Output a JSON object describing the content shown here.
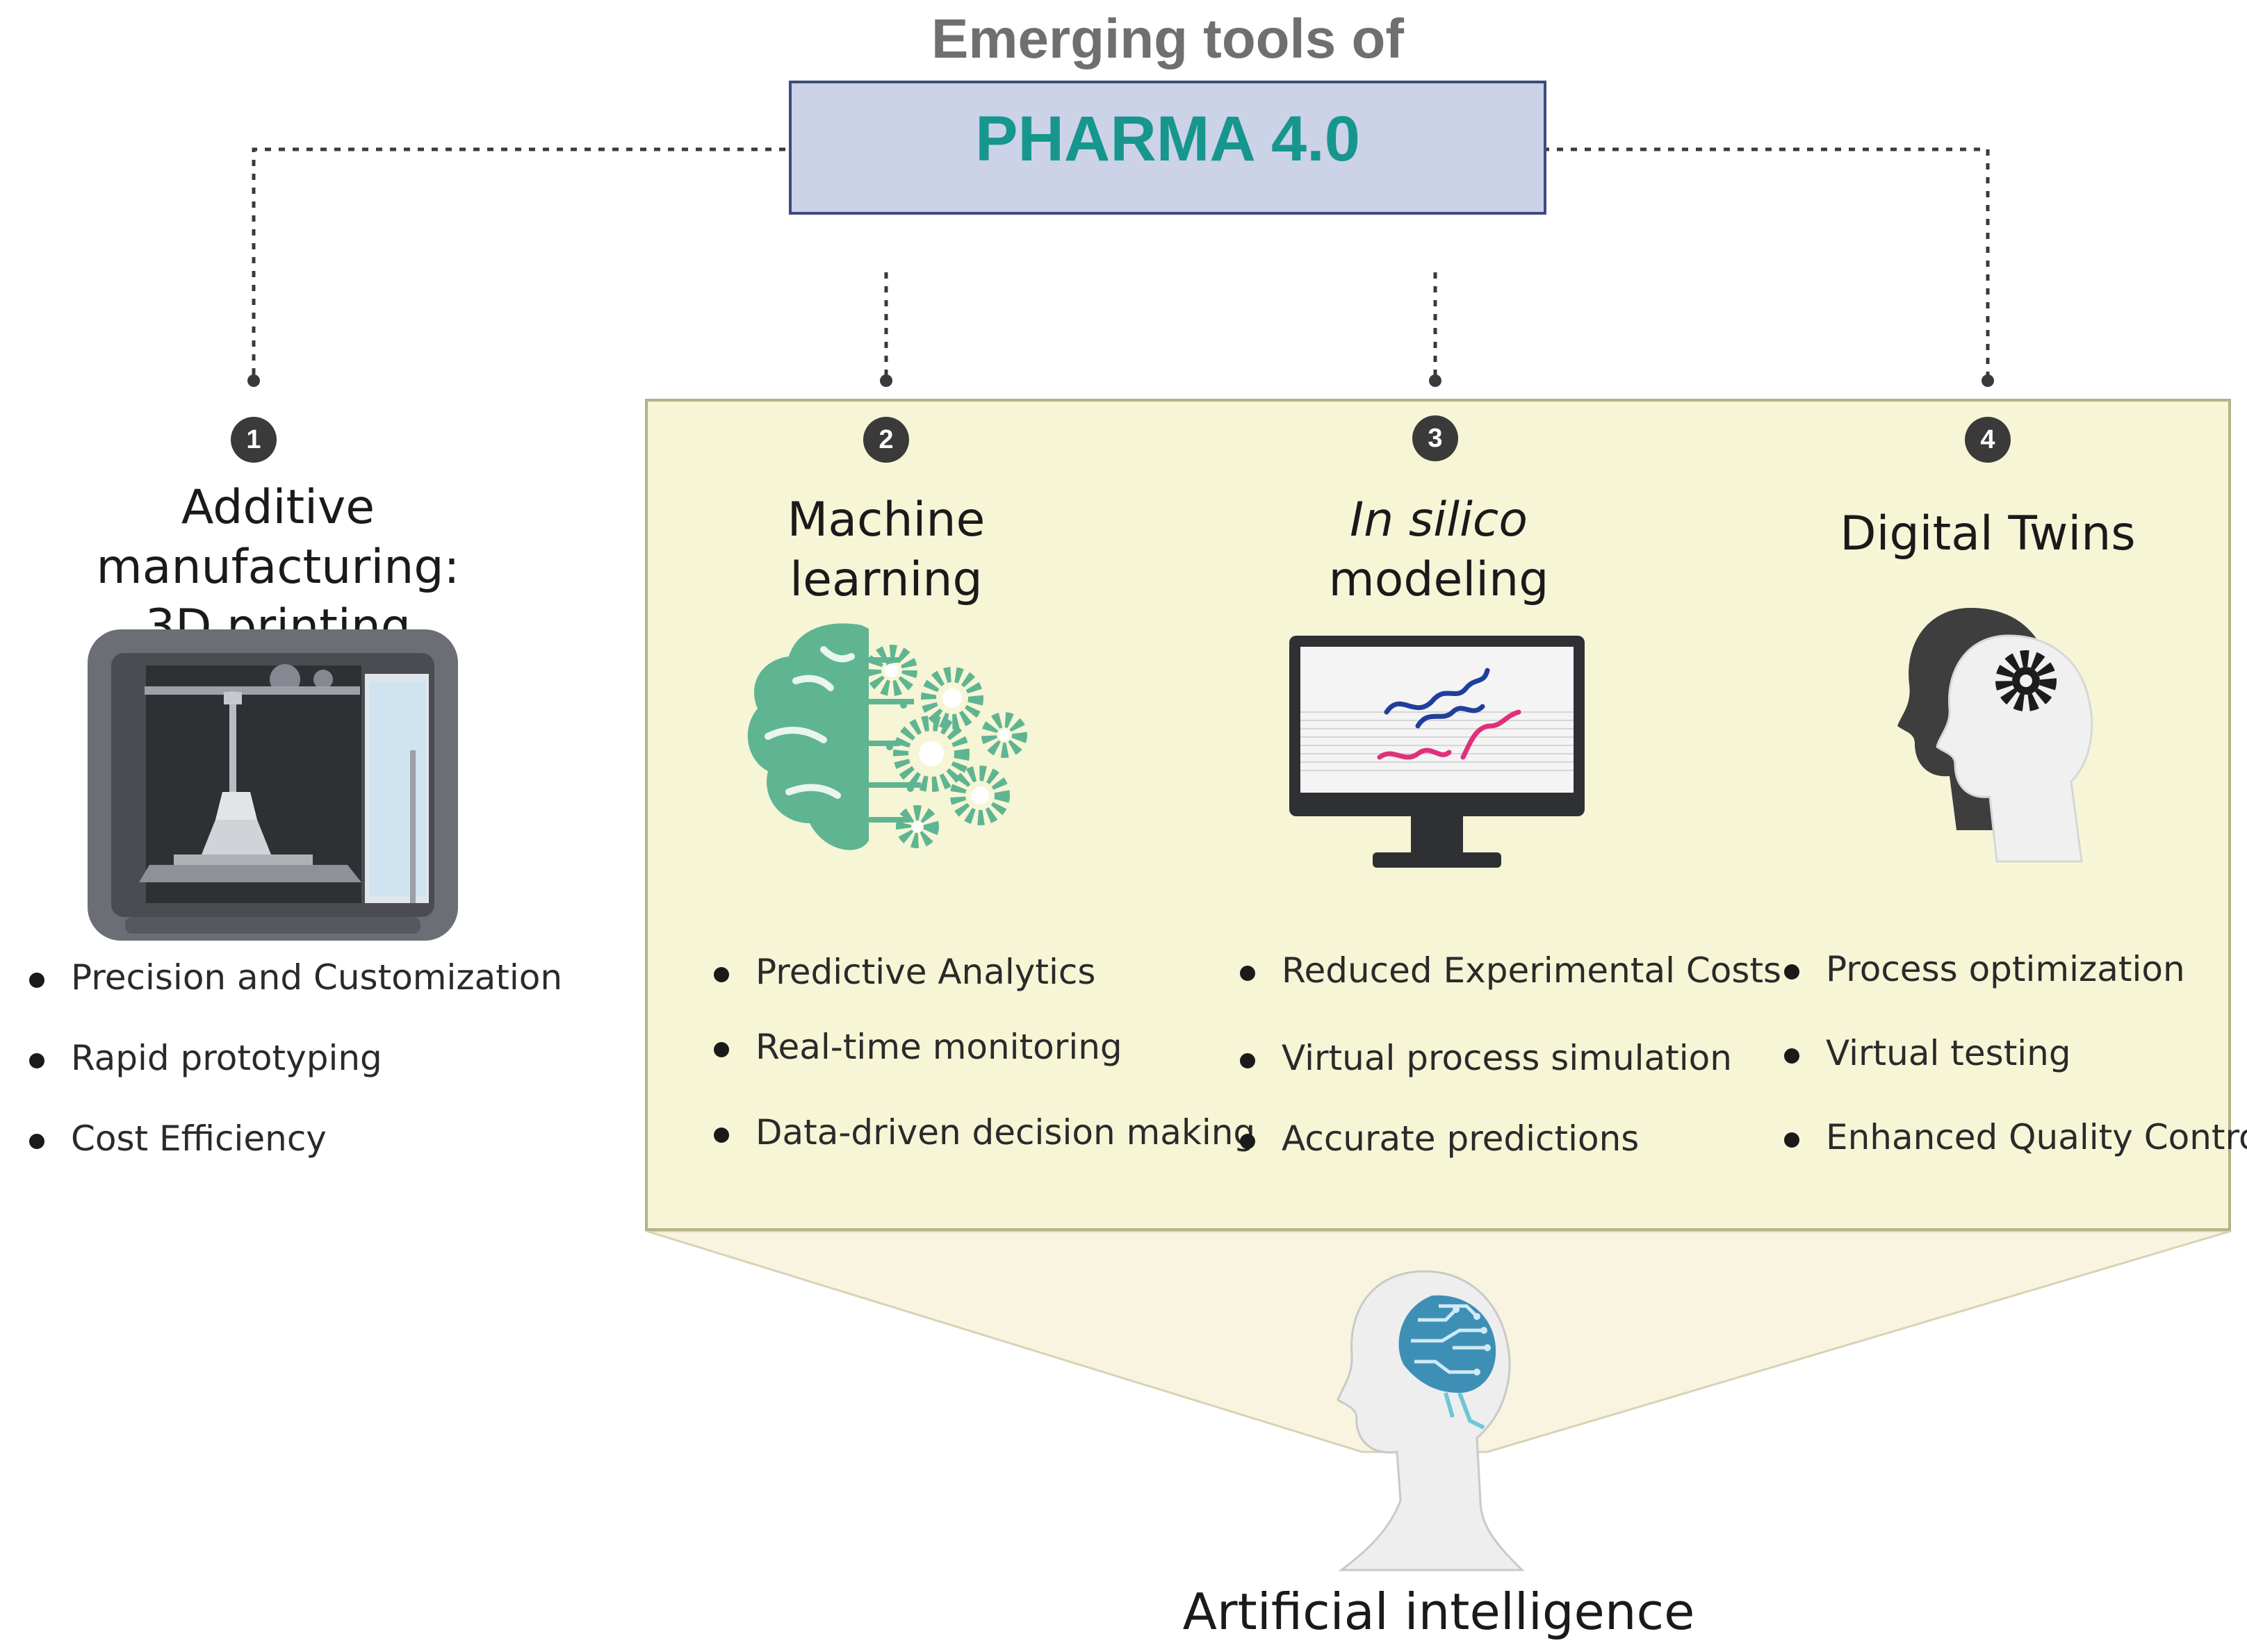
{
  "header": {
    "subtitle": "Emerging tools of",
    "title": "PHARMA 4.0"
  },
  "tools": [
    {
      "number": "1",
      "title_line1": "Additive manufacturing:",
      "title_line2": "3D printing",
      "icon": "3d-printer-icon",
      "bullets": [
        "Precision and Customization",
        "Rapid prototyping",
        "Cost Efficiency"
      ]
    },
    {
      "number": "2",
      "title_line1": "Machine",
      "title_line2": "learning",
      "icon": "brain-gears-icon",
      "bullets": [
        "Predictive Analytics",
        "Real-time monitoring",
        "Data-driven decision making"
      ]
    },
    {
      "number": "3",
      "title_line1": "In silico",
      "title_line2": "modeling",
      "icon": "monitor-molecules-icon",
      "bullets": [
        "Reduced Experimental Costs",
        "Virtual process simulation",
        "Accurate predictions"
      ]
    },
    {
      "number": "4",
      "title_line1": "Digital Twins",
      "icon": "twin-heads-gear-icon",
      "bullets": [
        "Process optimization",
        "Virtual testing",
        "Enhanced Quality Control"
      ]
    }
  ],
  "footer": {
    "label": "Artificial intelligence",
    "icon": "ai-head-icon"
  },
  "colors": {
    "pharma_text": "#16968d",
    "pharma_box": "#ccd2e7",
    "pharma_border": "#3d4c7d",
    "ai_panel": "#f6f5d6",
    "ml_brain": "#5fb592",
    "molecule_blue": "#1f3f9a",
    "molecule_pink": "#e0307c"
  }
}
